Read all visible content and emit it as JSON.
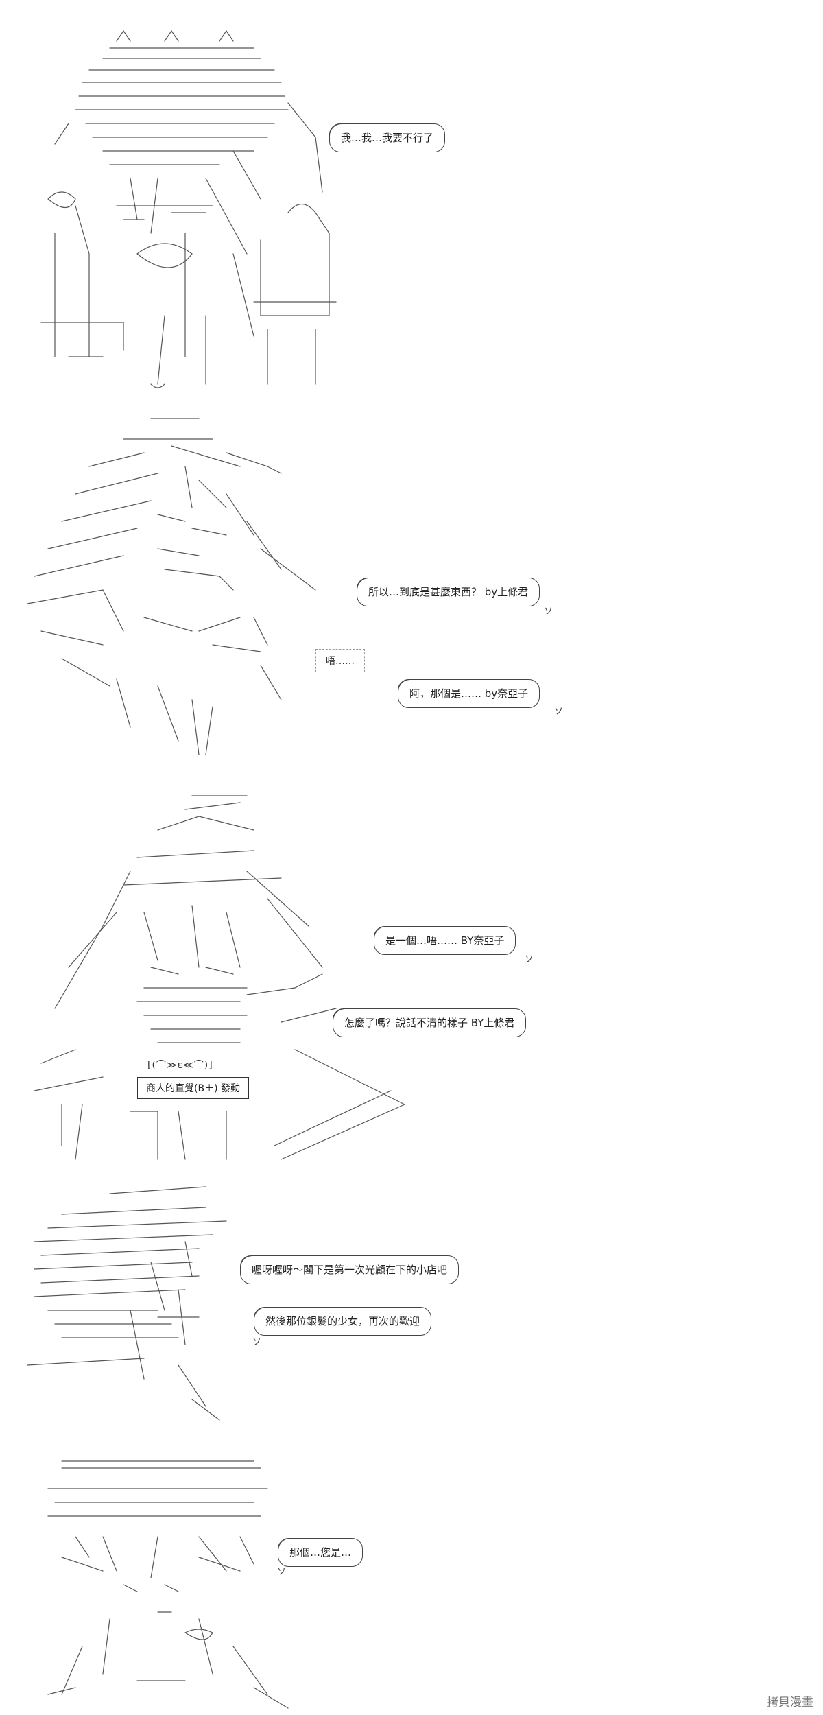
{
  "panels": [
    {
      "bubbles": [
        {
          "text": "我…我…我要不行了"
        }
      ]
    },
    {
      "bubbles": [
        {
          "text": "所以…到底是甚麼東西？  by上條君"
        },
        {
          "text": "阿，那個是……  by奈亞子"
        }
      ],
      "mumble": "唔……"
    },
    {
      "bubbles": [
        {
          "text": "是一個…唔……  BY奈亞子"
        },
        {
          "text": "怎麼了嗎？說話不清的樣子  BY上條君"
        }
      ],
      "skill_top": "[(⌒≫ε≪⌒)]",
      "skill_label": "商人的直覺(B＋)  發動"
    },
    {
      "bubbles": [
        {
          "text": "喔呀喔呀～閣下是第一次光顧在下的小店吧"
        },
        {
          "text": "然後那位銀髮的少女，再次的歡迎"
        }
      ]
    },
    {
      "bubbles": [
        {
          "text": "那個…您是…"
        }
      ]
    }
  ],
  "watermark": "拷貝漫畫"
}
